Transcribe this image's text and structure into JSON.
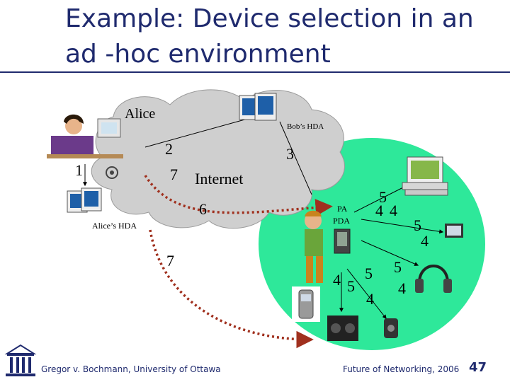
{
  "slide": {
    "title": "Example: Device selection in an ad -hoc environment",
    "footer_left": "Gregor v. Bochmann, University of Ottawa",
    "footer_right": "Future of Networking, 2006",
    "page_number": "47"
  },
  "diagram": {
    "cloud_label": "Internet",
    "alice_label": "Alice",
    "alice_hda_label": "Alice’s HDA",
    "bob_hda_label": "Bob’s HDA",
    "pa_label": "PA",
    "pda_label": "PDA",
    "step_labels": {
      "s1": "1",
      "s2": "2",
      "s3": "3",
      "s6": "6",
      "s7a": "7",
      "s7b": "7",
      "n5a": "5",
      "n4a": "4",
      "n4b": "4",
      "n5b": "5",
      "n4c": "4",
      "n5c": "5",
      "n4d": "4",
      "n4e": "4",
      "n5d": "5",
      "n5e": "5",
      "n4f": "4"
    },
    "colors": {
      "title": "#1f2a6e",
      "cloud": "#cfcfcf",
      "local_network": "#2ee89a",
      "dotted_path": "#a0301e"
    }
  }
}
